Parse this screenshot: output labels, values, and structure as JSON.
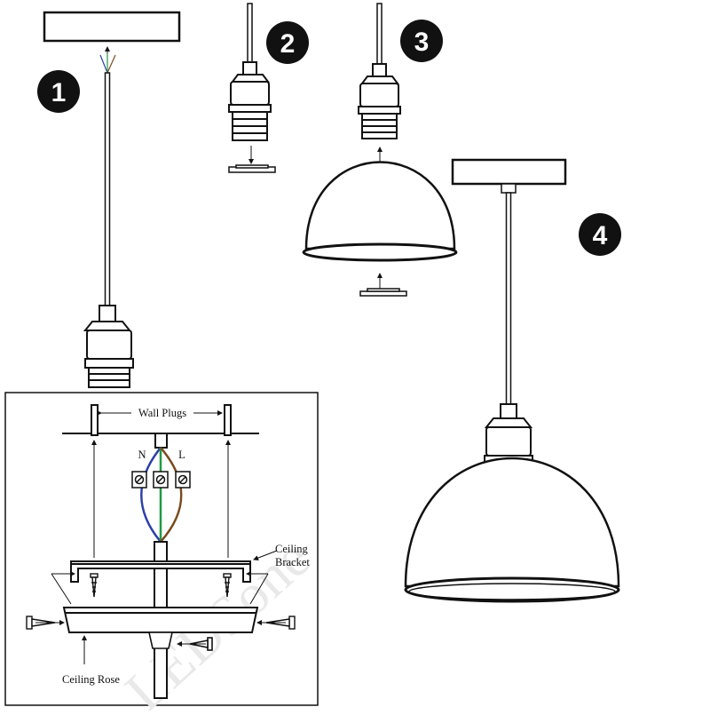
{
  "steps": [
    {
      "number": "1"
    },
    {
      "number": "2"
    },
    {
      "number": "3"
    },
    {
      "number": "4"
    }
  ],
  "wiring_detail": {
    "labels": {
      "wall_plugs": "Wall Plugs",
      "neutral": "N",
      "live": "L",
      "ceiling_bracket_line1": "Ceiling",
      "ceiling_bracket_line2": "Bracket",
      "ceiling_rose": "Ceiling Rose"
    },
    "watermark": "LEDSone"
  },
  "colors": {
    "line": "#111111",
    "badge": "#111111",
    "wire_neutral": "#2b3fa8",
    "wire_earth": "#1f9a43",
    "wire_live": "#7a4a1d"
  }
}
